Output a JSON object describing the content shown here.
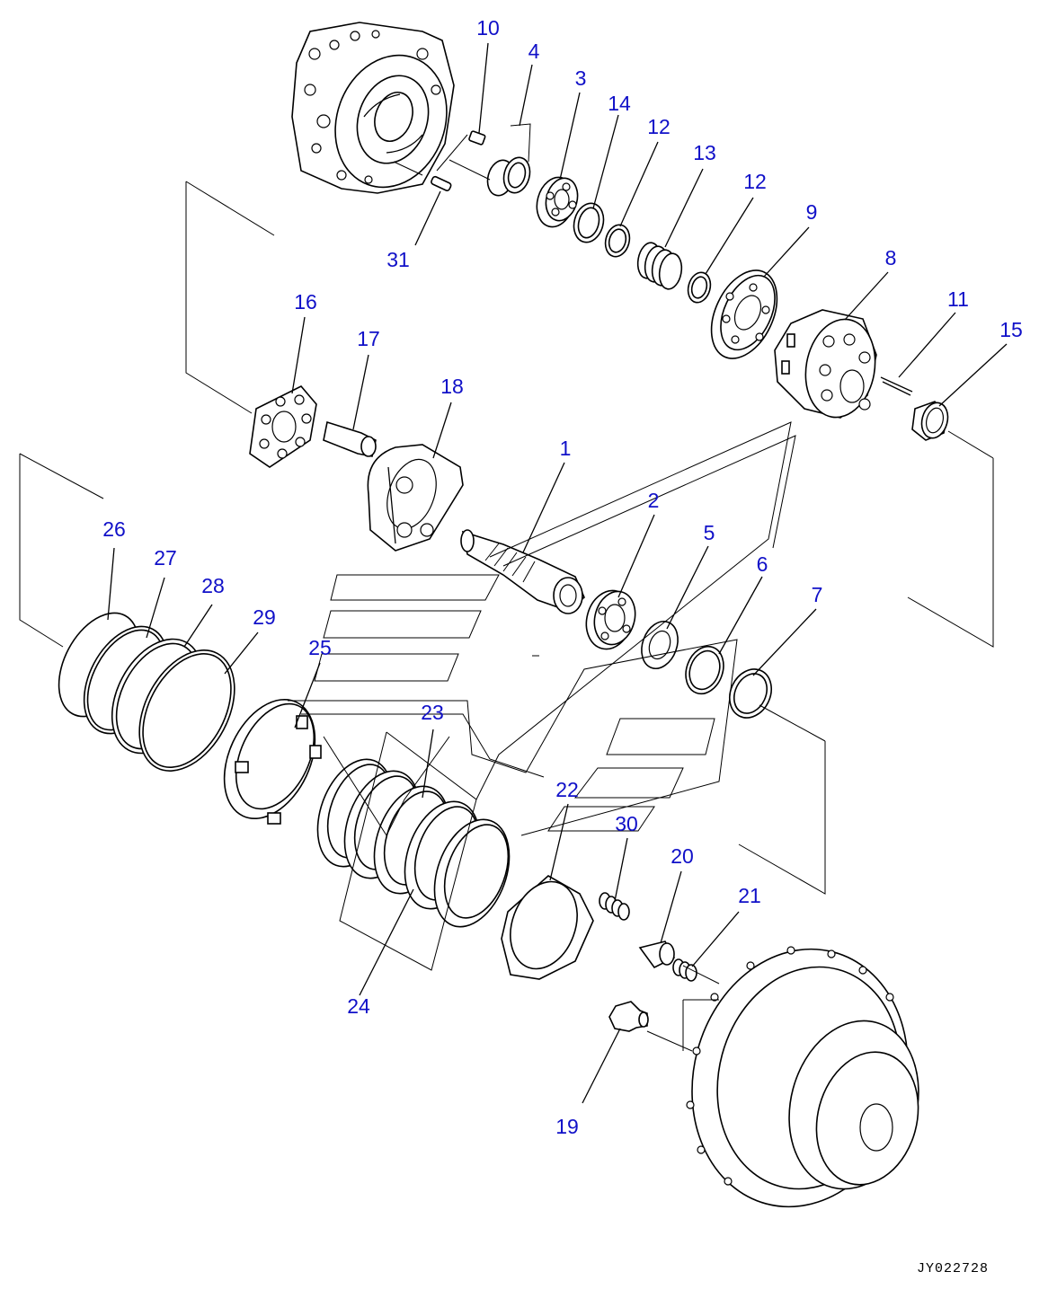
{
  "drawing_id": "JY022728",
  "callout_color": "#1010c8",
  "callouts": [
    "10",
    "4",
    "3",
    "14",
    "12",
    "13",
    "12",
    "9",
    "8",
    "11",
    "15",
    "31",
    "16",
    "17",
    "18",
    "1",
    "2",
    "5",
    "6",
    "7",
    "26",
    "27",
    "28",
    "29",
    "25",
    "23",
    "22",
    "30",
    "20",
    "21",
    "24",
    "19"
  ]
}
